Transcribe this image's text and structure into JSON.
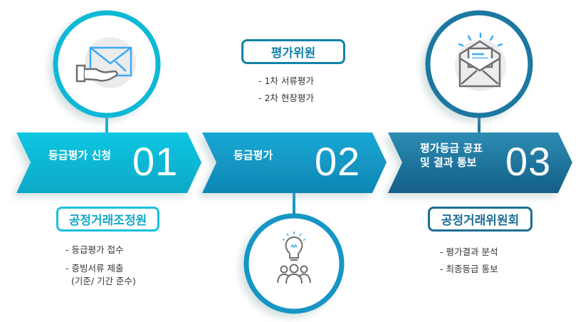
{
  "colors": {
    "step1": "#0bbcd9",
    "step2": "#1597c6",
    "step3": "#1f79a0",
    "icon_blue": "#3aaaf5",
    "icon_gray": "#6f6f6f"
  },
  "steps": [
    {
      "title": "등급평가 신청",
      "number": "01",
      "icon": "hand-mail-icon",
      "org": "공정거래조정원",
      "bullets": [
        "- 등급평가 접수",
        "- 증빙서류 제출",
        "  (기준/ 기간 준수)"
      ]
    },
    {
      "title": "등급평가",
      "number": "02",
      "icon": "lightbulb-people-icon",
      "org": "평가위원",
      "bullets": [
        "- 1차 서류평가",
        "- 2차 현장평가"
      ]
    },
    {
      "title_lines": [
        "평가등급 공표",
        "및 결과 통보"
      ],
      "number": "03",
      "icon": "open-mail-icon",
      "org": "공정거래위원회",
      "bullets": [
        "- 평가결과 분석",
        "- 최종등급 통보"
      ]
    }
  ]
}
